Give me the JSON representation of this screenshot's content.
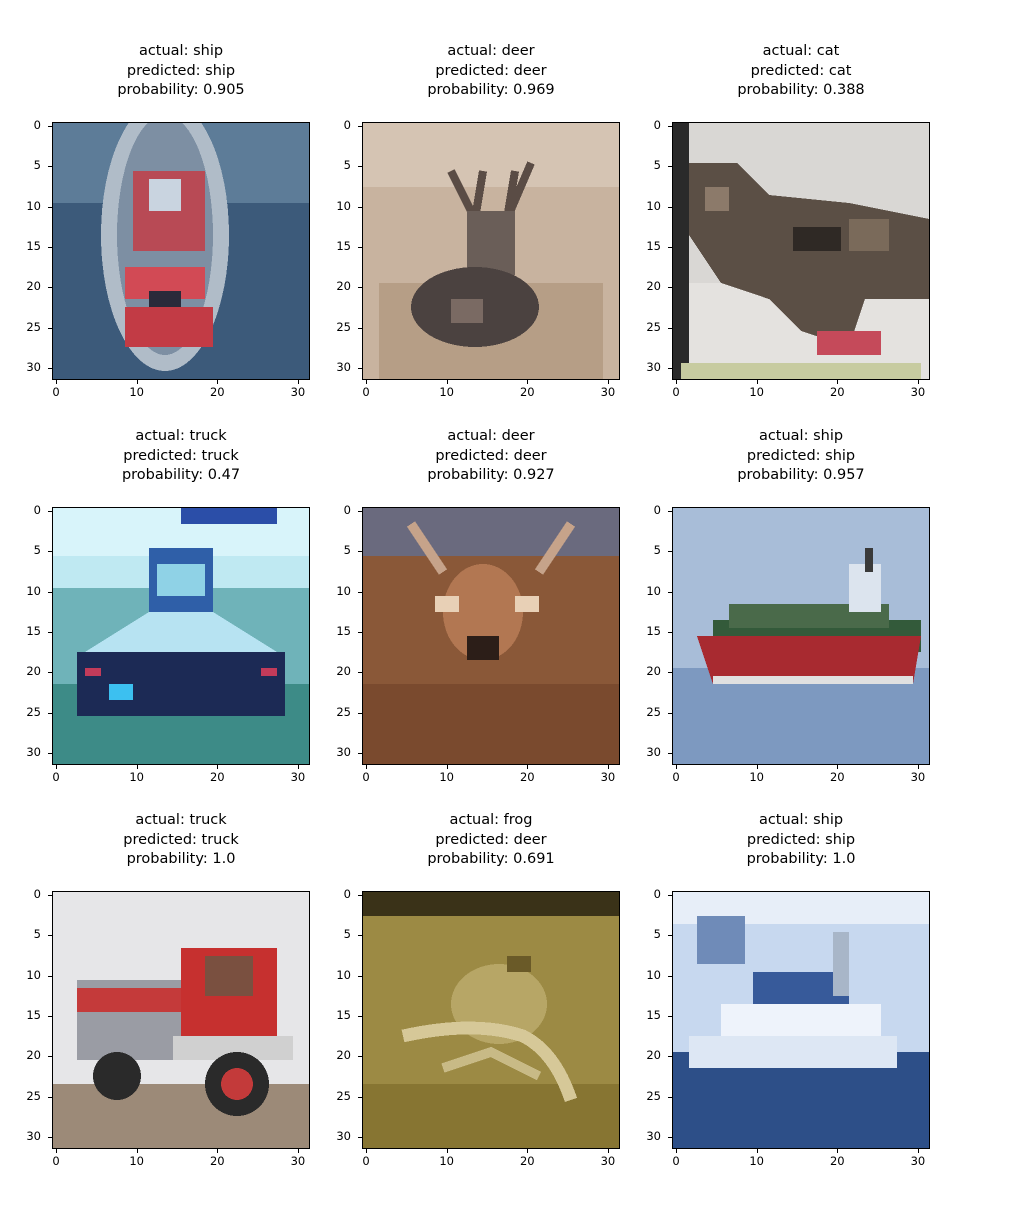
{
  "panels": [
    {
      "actual": "actual: ship",
      "predicted": "predicted: ship",
      "probability": "probability: 0.905",
      "scene": "ship-top-view-red-hull"
    },
    {
      "actual": "actual: deer",
      "predicted": "predicted: deer",
      "probability": "probability: 0.969",
      "scene": "deer-lying-on-ground"
    },
    {
      "actual": "actual: cat",
      "predicted": "predicted: cat",
      "probability": "probability: 0.388",
      "scene": "tabby-cat-walking"
    },
    {
      "actual": "actual: truck",
      "predicted": "predicted: truck",
      "probability": "probability: 0.47",
      "scene": "pickup-truck-rear-view"
    },
    {
      "actual": "actual: deer",
      "predicted": "predicted: deer",
      "probability": "probability: 0.927",
      "scene": "deer-face-closeup"
    },
    {
      "actual": "actual: ship",
      "predicted": "predicted: ship",
      "probability": "probability: 0.957",
      "scene": "container-ship-red-hull"
    },
    {
      "actual": "actual: truck",
      "predicted": "predicted: truck",
      "probability": "probability: 1.0",
      "scene": "red-dump-truck"
    },
    {
      "actual": "actual: frog",
      "predicted": "predicted: deer",
      "probability": "probability: 0.691",
      "scene": "frog-on-sand"
    },
    {
      "actual": "actual: ship",
      "predicted": "predicted: ship",
      "probability": "probability: 1.0",
      "scene": "white-ship-on-water"
    }
  ],
  "axes": {
    "y_ticks": [
      "0",
      "5",
      "10",
      "15",
      "20",
      "25",
      "30"
    ],
    "x_ticks": [
      "0",
      "10",
      "20",
      "30"
    ]
  }
}
